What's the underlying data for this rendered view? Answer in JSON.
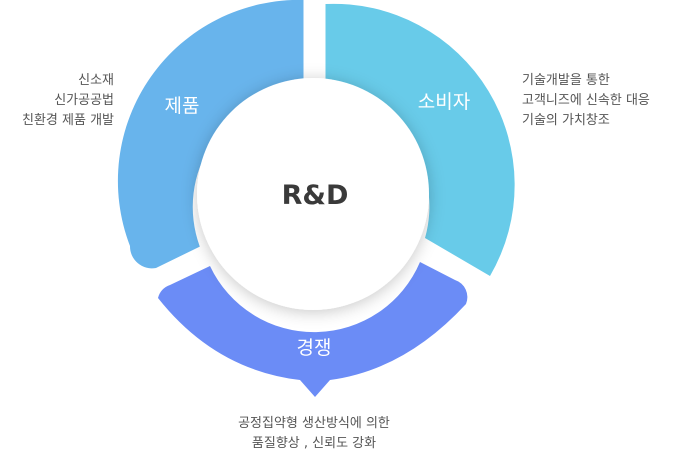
{
  "center": {
    "title": "R&D"
  },
  "segments": {
    "product": {
      "label": "제품",
      "color": "#68b4ec",
      "lines": [
        "신소재",
        "신가공공법",
        "친환경 제품 개발"
      ]
    },
    "consumer": {
      "label": "소비자",
      "color": "#68cbe9",
      "lines": [
        "기술개발을 통한",
        "고객니즈에 신속한 대응",
        "기술의 가치창조"
      ]
    },
    "competition": {
      "label": "경쟁",
      "color": "#6b8cf6",
      "lines": [
        "공정집약형 생산방식에 의한",
        "품질향상 , 신뢰도 강화"
      ]
    }
  }
}
